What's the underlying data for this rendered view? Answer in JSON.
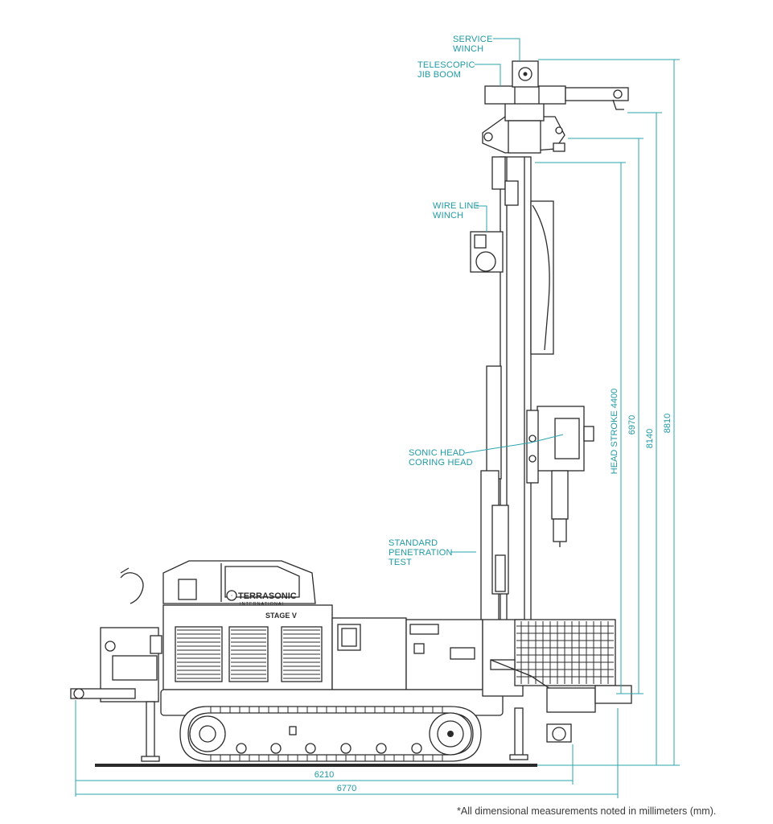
{
  "callouts": {
    "service_winch": [
      "SERVICE",
      "WINCH"
    ],
    "telescopic_jib_boom": [
      "TELESCOPIC",
      "JIB BOOM"
    ],
    "wire_line_winch": [
      "WIRE LINE",
      "WINCH"
    ],
    "sonic_head": [
      "SONIC HEAD",
      "CORING HEAD"
    ],
    "spt": [
      "STANDARD",
      "PENETRATION",
      "TEST"
    ]
  },
  "dimensions": {
    "head_stroke": "HEAD STROKE 4400",
    "mast_6970": "6970",
    "mast_8140": "8140",
    "overall_height": "8810",
    "track_length": "6210",
    "overall_length": "6770"
  },
  "branding": {
    "logo": "TERRASONIC",
    "logo_sub": "INTERNATIONAL",
    "stage": "STAGE V"
  },
  "footnote": "*All dimensional measurements noted in millimeters (mm).",
  "colors": {
    "accent": "#1f9aa3",
    "ink": "#2b2b2b"
  }
}
